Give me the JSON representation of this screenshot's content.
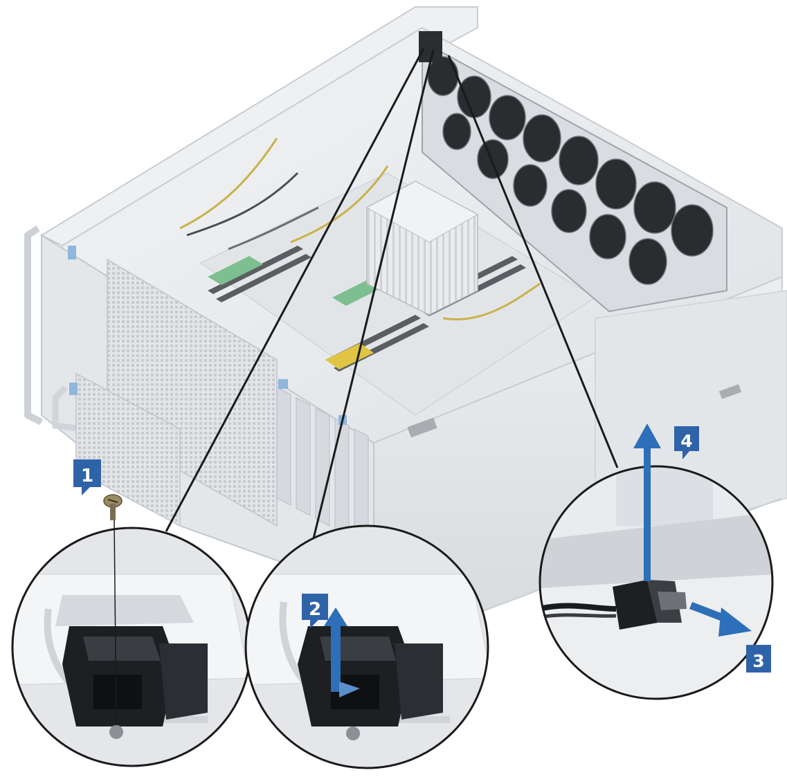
{
  "steps": [
    {
      "number": "1",
      "action": "screw"
    },
    {
      "number": "2",
      "action": "lift-latch"
    },
    {
      "number": "3",
      "action": "disconnect-cable"
    },
    {
      "number": "4",
      "action": "lift-bracket"
    }
  ],
  "colors": {
    "badge_fill": "#2f63a8",
    "badge_text": "#ffffff",
    "arrow": "#2d6fb8",
    "chassis": "#e8eaec",
    "chassis_edge": "#c9cdd1",
    "dark_part": "#1f2124",
    "callout_line": "#1a1a1a"
  },
  "icons": [
    "screw-icon",
    "up-arrow-icon",
    "right-arrow-icon"
  ]
}
